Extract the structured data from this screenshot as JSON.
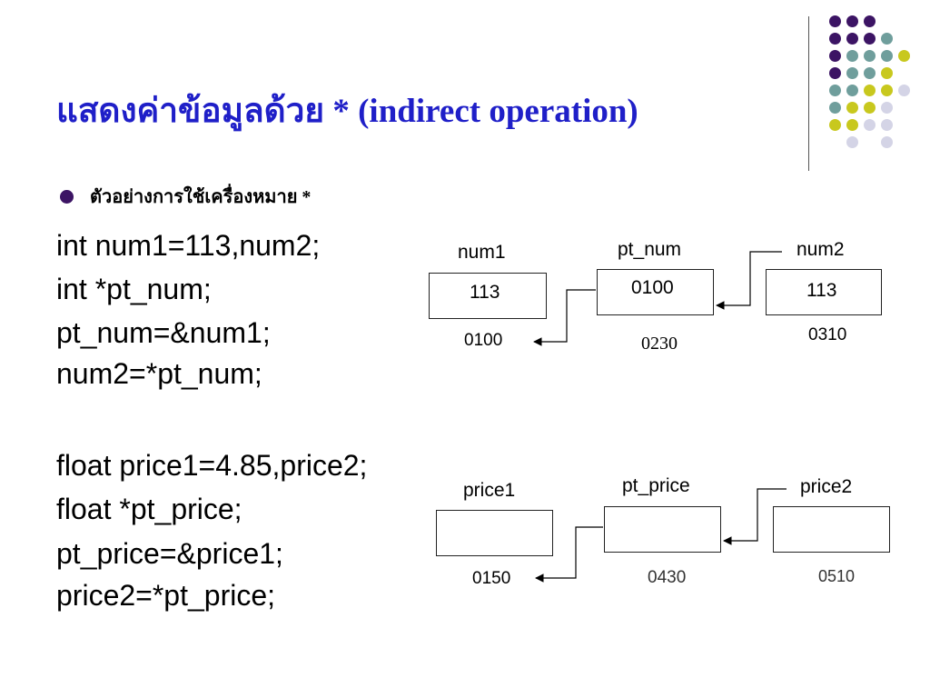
{
  "title": "แสดงค่าข้อมูลด้วย * (indirect operation)",
  "bullet": "ตัวอย่างการใช้เครื่องหมาย *",
  "code_block_1": [
    "int num1=113,num2;",
    "int *pt_num;",
    "pt_num=&num1;",
    "num2=*pt_num;"
  ],
  "code_block_2": [
    "float price1=4.85,price2;",
    "float *pt_price;",
    "pt_price=&price1;",
    "price2=*pt_price;"
  ],
  "diagram_1": {
    "num1": {
      "label": "num1",
      "value": "113",
      "address": "0100"
    },
    "pt_num": {
      "label": "pt_num",
      "value": "0100",
      "address": "0230"
    },
    "num2": {
      "label": "num2",
      "value": "113",
      "address": "0310"
    }
  },
  "diagram_2": {
    "price1": {
      "label": "price1",
      "value": "",
      "address": "0150"
    },
    "pt_price": {
      "label": "pt_price",
      "value": "",
      "address": "0430"
    },
    "price2": {
      "label": "price2",
      "value": "",
      "address": "0510"
    }
  },
  "colors": {
    "title": "#1f1fc8",
    "bullet": "#3c1464",
    "dot_purple": "#3c1464",
    "dot_teal": "#6f9e9c",
    "dot_yellow": "#c8c81e",
    "dot_lavender": "#d4d4e6"
  }
}
